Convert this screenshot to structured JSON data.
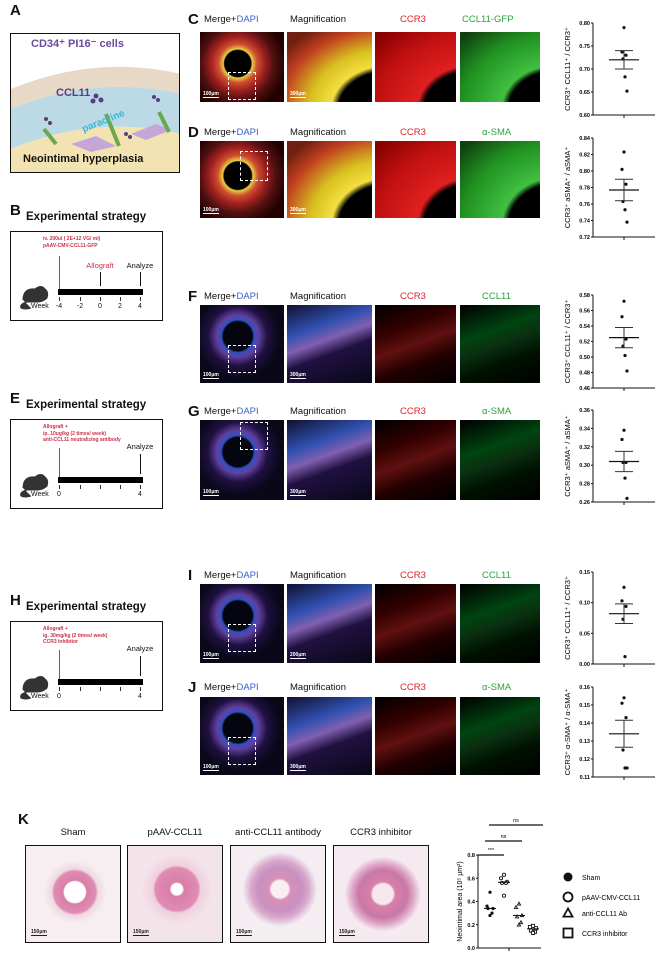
{
  "panel_labels": {
    "A": "A",
    "B": "B",
    "C": "C",
    "D": "D",
    "E": "E",
    "F": "F",
    "G": "G",
    "H": "H",
    "I": "I",
    "J": "J",
    "K": "K"
  },
  "panel_a": {
    "top_text": "CD34⁺ PI16⁻ cells",
    "ccl11": "CCL11",
    "paracrine": "paracrine",
    "bottom_text": "Neointimal hyperplasia"
  },
  "strategies": [
    {
      "title": "Experimental strategy",
      "treatment_lines": [
        "iv. 200ul ( 2E+12 VG/ ml)",
        "pAAV-CMV-CCL11-GFP"
      ],
      "markers": [
        {
          "label": "Allograft",
          "color": "#c8324a"
        },
        {
          "label": "Analyze",
          "color": "#111"
        }
      ],
      "week_label": "Week",
      "weeks": [
        "-4",
        "-2",
        "0",
        "2",
        "4"
      ]
    },
    {
      "title": "Experimental strategy",
      "treatment_lines": [
        "Allograft +",
        "ip. 10ug/kg (2 times/ week)",
        "anti-CCL11 neutralizing antibody"
      ],
      "markers": [
        {
          "label": "Analyze",
          "color": "#111"
        }
      ],
      "week_label": "Week",
      "weeks": [
        "0",
        "",
        "",
        "",
        "4"
      ]
    },
    {
      "title": "Experimental strategy",
      "treatment_lines": [
        "Allograft +",
        "ig. 30mg/kg (2 times/ week)",
        "CCR3 inhibitor"
      ],
      "markers": [
        {
          "label": "Analyze",
          "color": "#111"
        }
      ],
      "week_label": "Week",
      "weeks": [
        "0",
        "",
        "",
        "",
        "4"
      ]
    }
  ],
  "micro_rows": [
    {
      "label": "C",
      "headers": [
        "Merge+",
        "DAPI",
        "Magnification",
        "CCR3",
        "CCL11-GFP"
      ],
      "scale_bars": [
        "100μm",
        "300μm"
      ],
      "style": "bright"
    },
    {
      "label": "D",
      "headers": [
        "Merge+",
        "DAPI",
        "Magnification",
        "CCR3",
        "α-SMA"
      ],
      "scale_bars": [
        "100μm",
        "300μm"
      ],
      "style": "bright"
    },
    {
      "label": "F",
      "headers": [
        "Merge+",
        "DAPI",
        "Magnification",
        "CCR3",
        "CCL11"
      ],
      "scale_bars": [
        "100μm",
        "300μm"
      ],
      "style": "dark"
    },
    {
      "label": "G",
      "headers": [
        "Merge+",
        "DAPI",
        "Magnification",
        "CCR3",
        "α-SMA"
      ],
      "scale_bars": [
        "100μm",
        "300μm"
      ],
      "style": "dark"
    },
    {
      "label": "I",
      "headers": [
        "Merge+",
        "DAPI",
        "Magnification",
        "CCR3",
        "CCL11"
      ],
      "scale_bars": [
        "100μm",
        "200μm"
      ],
      "style": "dark"
    },
    {
      "label": "J",
      "headers": [
        "Merge+",
        "DAPI",
        "Magnification",
        "CCR3",
        "α-SMA"
      ],
      "scale_bars": [
        "100μm",
        "300μm"
      ],
      "style": "dark"
    }
  ],
  "colors": {
    "dapi": "#3a5fcd",
    "ccr3": "#e0202a",
    "green": "#2aa33a",
    "strategy_red": "#c8324a"
  },
  "panel_k": {
    "titles": [
      "Sham",
      "pAAV-CCL11",
      "anti-CCL11 antibody",
      "CCR3 inhibitor"
    ],
    "scale_bar": "150μm"
  },
  "chart_data": [
    {
      "type": "scatter",
      "panel": "C",
      "ylabel": "CCR3⁺ CCL11⁺ / CCR3⁺",
      "ylim": [
        0.6,
        0.8
      ],
      "yticks": [
        "0.60",
        "0.65",
        "0.70",
        "0.75",
        "0.80"
      ],
      "values": [
        0.79,
        0.737,
        0.73,
        0.722,
        0.683,
        0.652
      ],
      "mean": 0.72,
      "sem": 0.02
    },
    {
      "type": "scatter",
      "panel": "D",
      "ylabel": "CCR3⁺ aSMA⁺ / aSMA⁺",
      "ylim": [
        0.72,
        0.84
      ],
      "yticks": [
        "0.72",
        "0.74",
        "0.76",
        "0.78",
        "0.80",
        "0.82",
        "0.84"
      ],
      "values": [
        0.823,
        0.802,
        0.784,
        0.763,
        0.753,
        0.738
      ],
      "mean": 0.777,
      "sem": 0.013
    },
    {
      "type": "scatter",
      "panel": "F",
      "ylabel": "CCR3⁺ CCL11⁺ / CCR3⁺",
      "ylim": [
        0.46,
        0.58
      ],
      "yticks": [
        "0.46",
        "0.48",
        "0.50",
        "0.52",
        "0.54",
        "0.56",
        "0.58"
      ],
      "values": [
        0.572,
        0.552,
        0.523,
        0.514,
        0.502,
        0.482
      ],
      "mean": 0.525,
      "sem": 0.013
    },
    {
      "type": "scatter",
      "panel": "G",
      "ylabel": "CCR3⁺ aSMA⁺ / aSMA⁺",
      "ylim": [
        0.26,
        0.36
      ],
      "yticks": [
        "0.26",
        "0.28",
        "0.30",
        "0.32",
        "0.34",
        "0.36"
      ],
      "values": [
        0.338,
        0.328,
        0.303,
        0.303,
        0.286,
        0.264
      ],
      "mean": 0.304,
      "sem": 0.011
    },
    {
      "type": "scatter",
      "panel": "I",
      "ylabel": "CCR3⁺ CCL11⁺ / CCR3⁺",
      "ylim": [
        0.0,
        0.15
      ],
      "yticks": [
        "0.00",
        "0.05",
        "0.10",
        "0.15"
      ],
      "values": [
        0.125,
        0.103,
        0.094,
        0.073,
        0.012
      ],
      "mean": 0.082,
      "sem": 0.016
    },
    {
      "type": "scatter",
      "panel": "J",
      "ylabel": "CCR3⁺ α-SMA⁺ / α-SMA⁺",
      "ylim": [
        0.11,
        0.16
      ],
      "yticks": [
        "0.11",
        "0.12",
        "0.13",
        "0.14",
        "0.15",
        "0.16"
      ],
      "values": [
        0.154,
        0.151,
        0.143,
        0.125,
        0.115,
        0.115
      ],
      "mean": 0.134,
      "sem": 0.0075
    },
    {
      "type": "scatter",
      "panel": "K",
      "ylabel": "Neointimal area (10⁵ μm²)",
      "ylim": [
        0.0,
        0.8
      ],
      "yticks": [
        "0.0",
        "0.2",
        "0.4",
        "0.6",
        "0.8"
      ],
      "series": [
        {
          "name": "Sham",
          "marker": "filled-circle",
          "values": [
            0.48,
            0.36,
            0.34,
            0.34,
            0.3,
            0.28
          ],
          "median": 0.34
        },
        {
          "name": "pAAV-CMV-CCL11",
          "marker": "open-circle",
          "values": [
            0.63,
            0.6,
            0.57,
            0.56,
            0.56,
            0.45
          ],
          "median": 0.565
        },
        {
          "name": "anti-CCL11 Ab",
          "marker": "open-triangle",
          "values": [
            0.38,
            0.35,
            0.28,
            0.27,
            0.22,
            0.2
          ],
          "median": 0.28
        },
        {
          "name": "CCR3 inhibitor",
          "marker": "open-square",
          "values": [
            0.19,
            0.18,
            0.17,
            0.15,
            0.14,
            0.13
          ],
          "median": 0.165
        }
      ],
      "significance": [
        {
          "groups": [
            "Sham",
            "pAAV-CMV-CCL11"
          ],
          "label": "***"
        },
        {
          "groups": [
            "Sham",
            "anti-CCL11 Ab"
          ],
          "label": "ns"
        },
        {
          "groups": [
            "Sham",
            "CCR3 inhibitor"
          ],
          "label": "ns"
        }
      ]
    }
  ]
}
